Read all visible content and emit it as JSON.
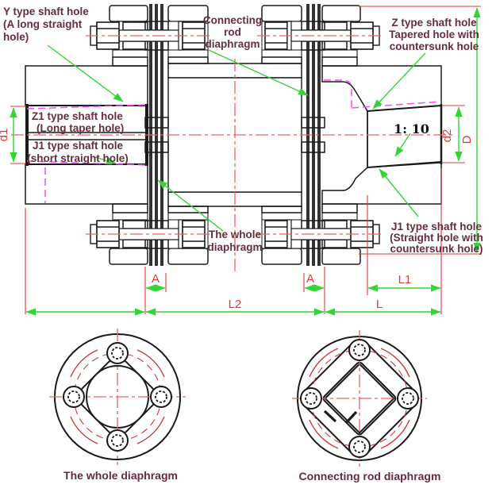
{
  "annotations": {
    "y_type": {
      "lines": [
        "Y type shaft hole",
        "(A long straight",
        "hole)"
      ]
    },
    "connecting_rod": {
      "lines": [
        "Connecting",
        "rod",
        "diaphragm"
      ]
    },
    "z_type": {
      "lines": [
        "Z type shaft hole",
        "Tapered hole with",
        "countersunk hole"
      ]
    },
    "z1_type": {
      "lines": [
        "Z1 type shaft hole",
        "(Long taper hole)"
      ]
    },
    "j1_short": {
      "lines": [
        "J1 type shaft hole",
        "(short straight hole)"
      ]
    },
    "whole_diaphragm": {
      "lines": [
        "The whole",
        "diaphragm"
      ]
    },
    "j1_countersunk": {
      "lines": [
        "J1 type shaft hole",
        "(Straight hole with",
        "countersunk hole)"
      ]
    },
    "taper_ratio": "1: 10"
  },
  "dimensions": {
    "d1": "d1",
    "d2": "d2",
    "D": "D",
    "A_left": "A",
    "A_right": "A",
    "L1": "L1",
    "L2": "L2",
    "L": "L"
  },
  "captions": {
    "left_view": "The whole diaphragm",
    "right_view": "Connecting rod diaphragm"
  },
  "colors": {
    "annotation_text": "#662e3c",
    "dimension_text": "#e03a3a",
    "centerline_red": "#f26060",
    "dimension_green": "#35d435",
    "hatch_cyan": "#35dede",
    "hatch_blue": "#4343cf",
    "hatch_green": "#46b946",
    "phantom_magenta": "#f14ef1",
    "outline_black": "#1a1a1a"
  }
}
